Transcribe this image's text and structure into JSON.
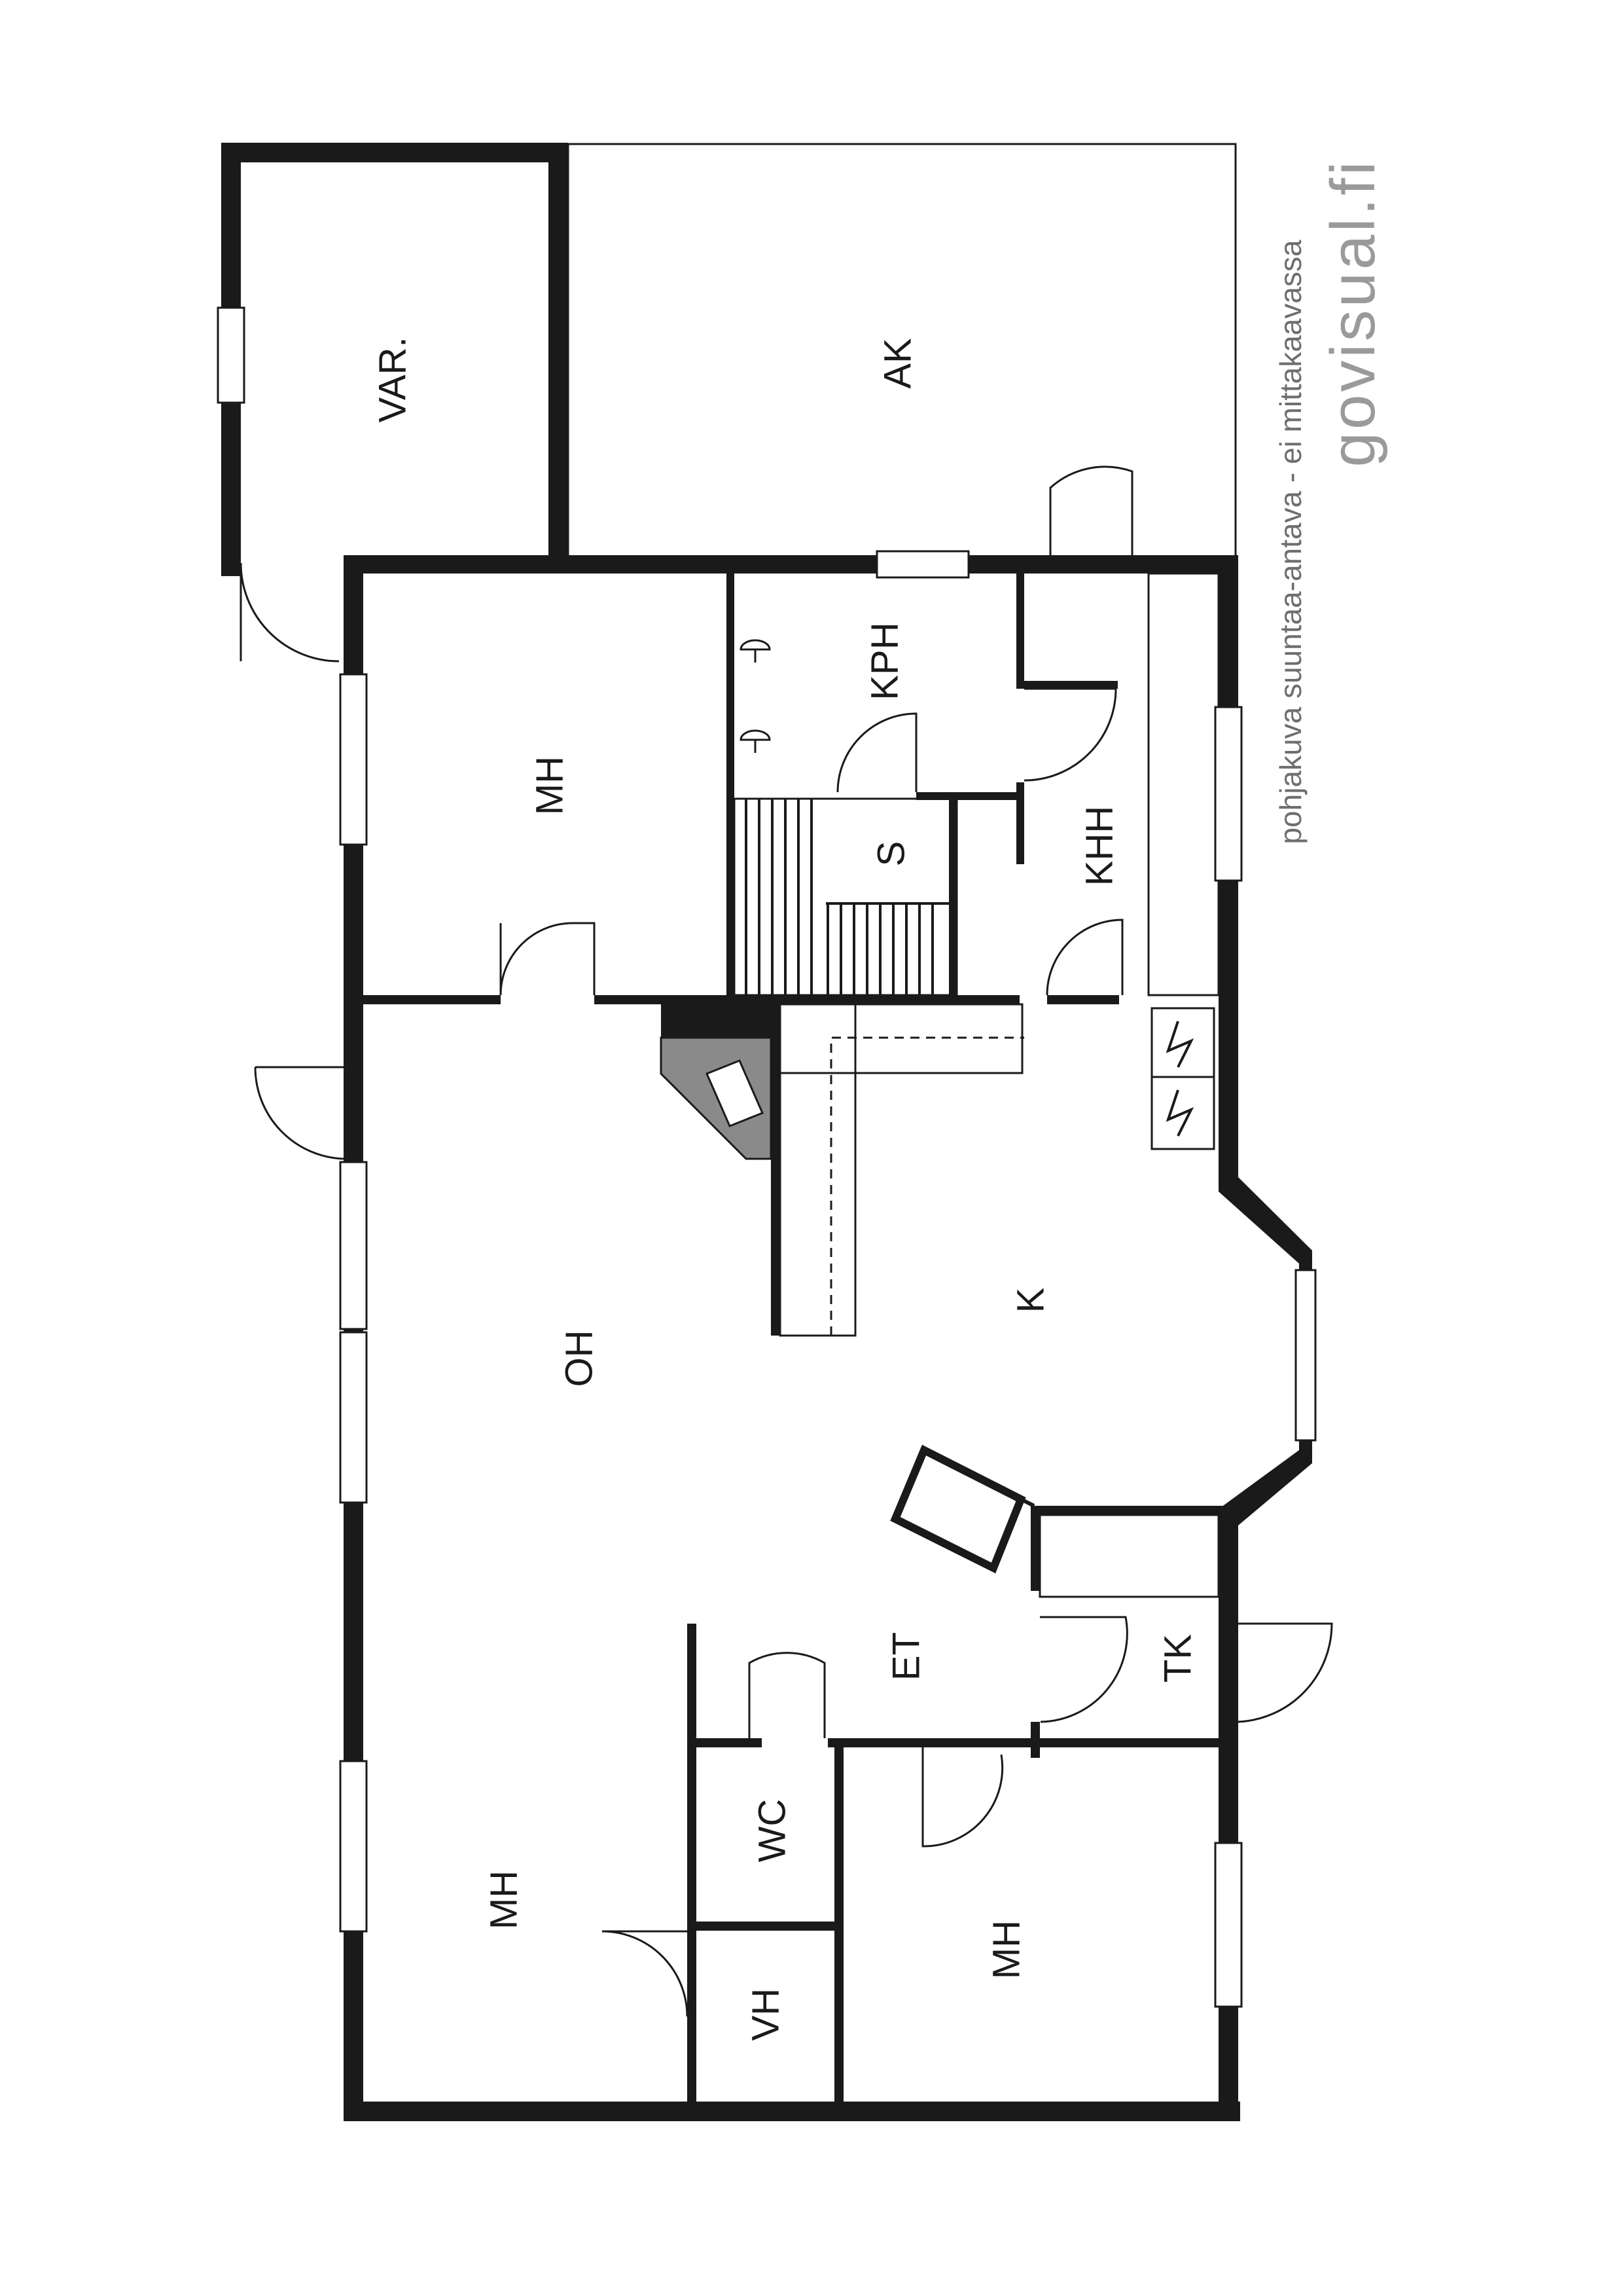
{
  "rooms": {
    "var": "VAR.",
    "ak": "AK",
    "mh_top": "MH",
    "kph": "KPH",
    "s": "S",
    "khh": "KHH",
    "oh": "OH",
    "k": "K",
    "et": "ET",
    "tk": "TK",
    "wc": "WC",
    "vh": "VH",
    "mh_bottom_left": "MH",
    "mh_bottom_right": "MH"
  },
  "watermark": {
    "caption": "pohjakuva suuntaa-antava - ei mittakaavassa",
    "brand": "govisual.fi"
  },
  "icons": [
    "electrical-panel-icon",
    "shower-icon",
    "fireplace-icon",
    "door-swing-icon",
    "window-icon"
  ]
}
